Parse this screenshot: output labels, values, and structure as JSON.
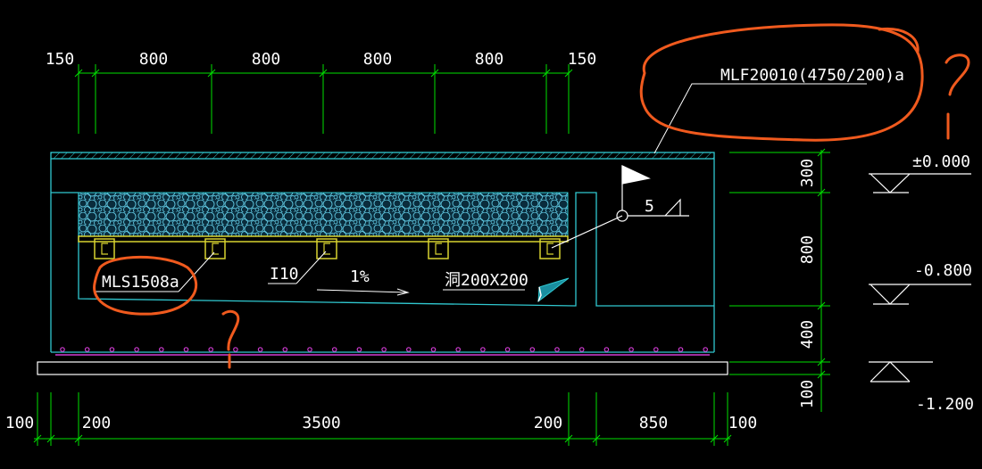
{
  "colors": {
    "background": "#000000",
    "dimension": "#00e000",
    "outline": "#30c8d0",
    "text": "#ffffff",
    "gravel": "#5fc6df",
    "gravel_fill": "#0a2c3c",
    "grate": "#d7d230",
    "rebar": "#d13cd3",
    "annotation": "#f05a1e",
    "leader": "#ffffff"
  },
  "dimensions": {
    "top": [
      "150",
      "800",
      "800",
      "800",
      "800",
      "150"
    ],
    "bottom": [
      "100",
      "200",
      "3500",
      "200",
      "850",
      "100"
    ],
    "right": [
      "300",
      "800",
      "400",
      "100"
    ]
  },
  "elevations": [
    "±0.000",
    "-0.800",
    "-1.200"
  ],
  "labels": {
    "cover_spec": "MLF20010(4750/200)a",
    "support_spec": "MLS1508a",
    "beam": "I10",
    "slope": "1%",
    "opening": "洞200X200",
    "weld_size": "5"
  },
  "annotations": {
    "question_mark": "?"
  }
}
